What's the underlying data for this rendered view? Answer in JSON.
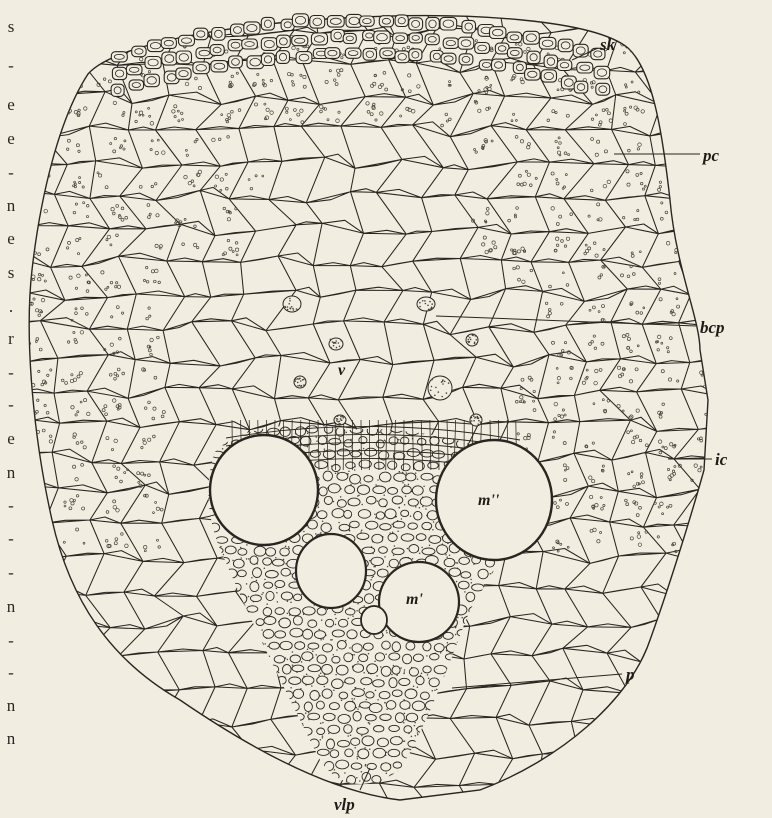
{
  "figure": {
    "labels": {
      "sk": "sk",
      "pc": "pc",
      "bcp": "bcp",
      "ic": "ic",
      "v": "v",
      "m_double": "m''",
      "m_single": "m'",
      "p": "p",
      "vlp": "vlp"
    },
    "margin_text": [
      "s",
      "-",
      "e",
      "e",
      "-",
      "n",
      "e",
      "s",
      ".",
      "r",
      "-",
      "-",
      "e",
      "n",
      "-",
      "-",
      "-",
      "n",
      "-",
      "-",
      "n",
      "n"
    ]
  },
  "colors": {
    "paper": "#f2ede1",
    "ink": "#2a2520",
    "stipple": "#4a443c"
  }
}
